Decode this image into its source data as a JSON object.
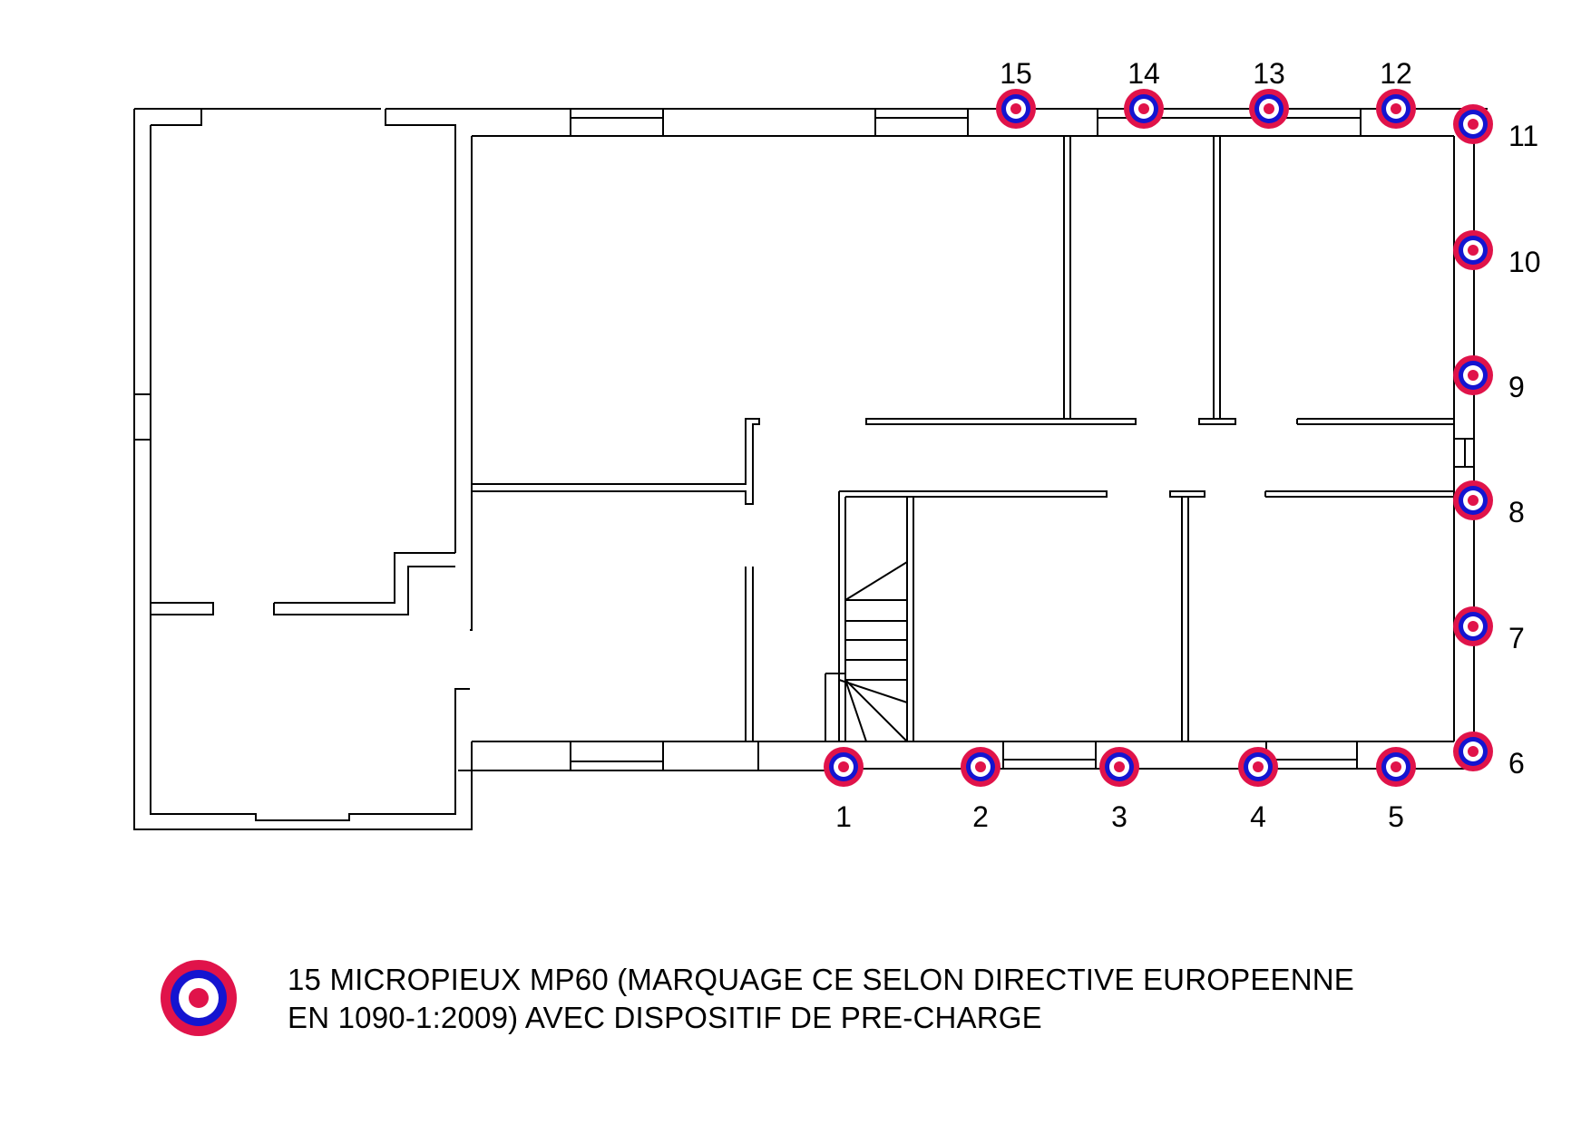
{
  "colors": {
    "pile_outer": "#e0134a",
    "pile_ring": "#1414d0",
    "pile_gap": "#ffffff",
    "pile_center": "#e0134a",
    "walls": "#000000"
  },
  "piles": [
    {
      "label": "1"
    },
    {
      "label": "2"
    },
    {
      "label": "3"
    },
    {
      "label": "4"
    },
    {
      "label": "5"
    },
    {
      "label": "6"
    },
    {
      "label": "7"
    },
    {
      "label": "8"
    },
    {
      "label": "9"
    },
    {
      "label": "10"
    },
    {
      "label": "11"
    },
    {
      "label": "12"
    },
    {
      "label": "13"
    },
    {
      "label": "14"
    },
    {
      "label": "15"
    }
  ],
  "legend": {
    "icon": "micropile-target-icon",
    "line1": "15 MICROPIEUX MP60 (MARQUAGE CE SELON DIRECTIVE EUROPEENNE",
    "line2": "EN 1090-1:2009) AVEC DISPOSITIF DE PRE-CHARGE"
  }
}
